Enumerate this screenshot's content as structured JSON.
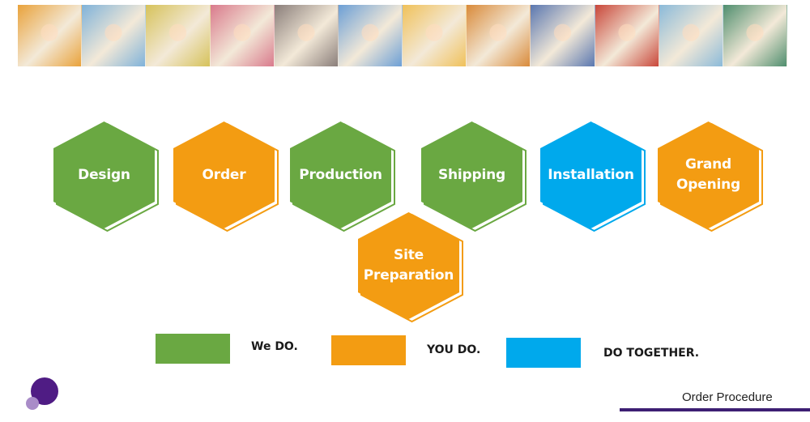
{
  "colors": {
    "green": "#6aa842",
    "orange": "#f39c12",
    "blue": "#00a9ec",
    "purple_dark": "#4f1c84",
    "purple_light": "#a98cc8"
  },
  "banner": {
    "photos": [
      "play-photo-1",
      "play-photo-2",
      "play-photo-3",
      "play-photo-4",
      "play-photo-5",
      "play-photo-6",
      "play-photo-7",
      "play-photo-8",
      "play-photo-9",
      "play-photo-10",
      "play-photo-11",
      "play-photo-12"
    ]
  },
  "steps": [
    {
      "label": "Design",
      "color": "green"
    },
    {
      "label": "Order",
      "color": "orange"
    },
    {
      "label": "Production",
      "color": "green"
    },
    {
      "label": "Shipping",
      "color": "green"
    },
    {
      "label": "Installation",
      "color": "blue"
    },
    {
      "label": "Grand\nOpening",
      "color": "orange"
    },
    {
      "label": "Site\nPreparation",
      "color": "orange"
    }
  ],
  "legend": [
    {
      "label": "We DO.",
      "color": "green"
    },
    {
      "label": "YOU DO.",
      "color": "orange"
    },
    {
      "label": "DO TOGETHER.",
      "color": "blue"
    }
  ],
  "footer": {
    "title": "Order Procedure"
  }
}
